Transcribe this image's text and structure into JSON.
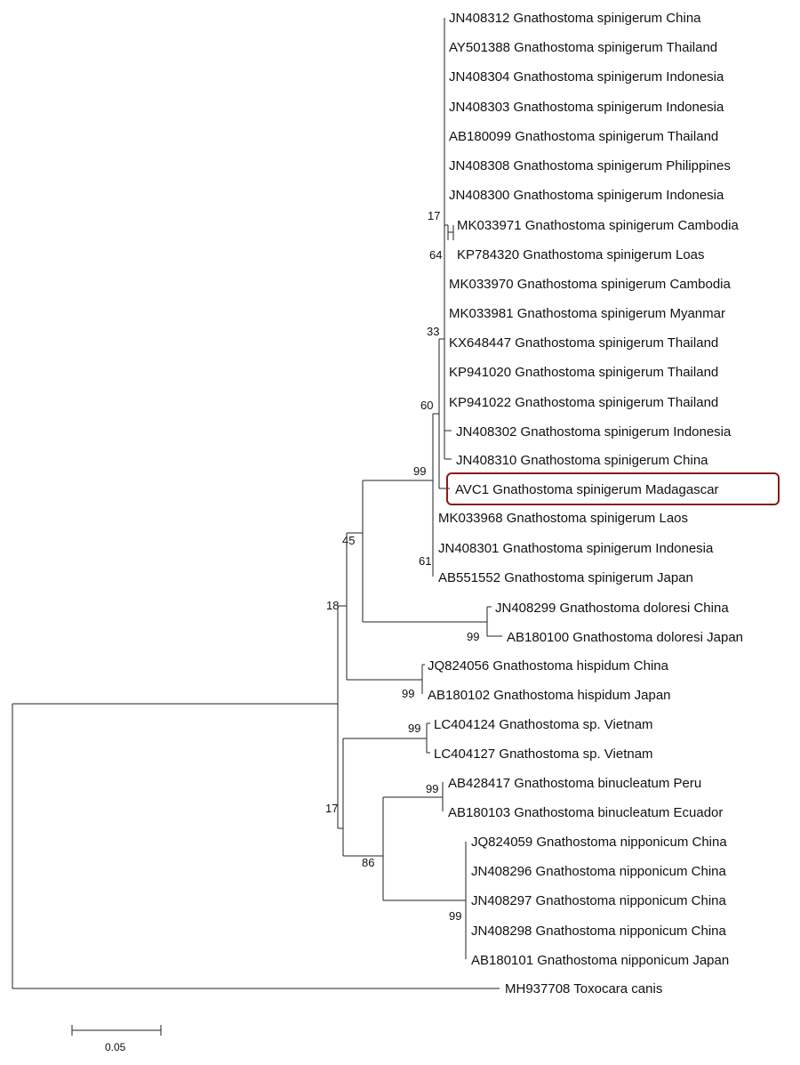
{
  "tree": {
    "taxa": [
      "JN408312 Gnathostoma spinigerum China",
      "AY501388 Gnathostoma spinigerum Thailand",
      "JN408304 Gnathostoma spinigerum Indonesia",
      "JN408303 Gnathostoma spinigerum Indonesia",
      "AB180099 Gnathostoma spinigerum Thailand",
      "JN408308 Gnathostoma spinigerum Philippines",
      "JN408300 Gnathostoma spinigerum Indonesia",
      "MK033971 Gnathostoma spinigerum Cambodia",
      "KP784320 Gnathostoma spinigerum Loas",
      "MK033970 Gnathostoma spinigerum Cambodia",
      "MK033981 Gnathostoma spinigerum Myanmar",
      "KX648447 Gnathostoma spinigerum Thailand",
      "KP941020 Gnathostoma spinigerum Thailand",
      "KP941022 Gnathostoma spinigerum Thailand",
      "JN408302 Gnathostoma spinigerum Indonesia",
      "JN408310 Gnathostoma spinigerum China",
      "AVC1 Gnathostoma spinigerum Madagascar",
      "MK033968 Gnathostoma spinigerum Laos",
      "JN408301 Gnathostoma spinigerum Indonesia",
      "AB551552 Gnathostoma spinigerum Japan",
      "JN408299 Gnathostoma doloresi China",
      "AB180100 Gnathostoma doloresi Japan",
      "JQ824056 Gnathostoma hispidum China",
      "AB180102 Gnathostoma hispidum Japan",
      "LC404124 Gnathostoma sp. Vietnam",
      "LC404127 Gnathostoma sp. Vietnam",
      "AB428417 Gnathostoma binucleatum Peru",
      "AB180103 Gnathostoma binucleatum Ecuador",
      "JQ824059 Gnathostoma nipponicum China",
      "JN408296 Gnathostoma nipponicum China",
      "JN408297 Gnathostoma nipponicum China",
      "JN408298 Gnathostoma nipponicum China",
      "AB180101 Gnathostoma nipponicum Japan",
      "MH937708 Toxocara canis"
    ],
    "highlighted_taxon": "AVC1 Gnathostoma spinigerum Madagascar",
    "highlight_color": "#8b1a1a",
    "bootstrap": {
      "b17_top": "17",
      "b64": "64",
      "b33": "33",
      "b60": "60",
      "b99_spin": "99",
      "b61": "61",
      "b45": "45",
      "b18": "18",
      "b99_dol": "99",
      "b99_his": "99",
      "b99_sp": "99",
      "b99_bin": "99",
      "b17_bottom": "17",
      "b86": "86",
      "b99_nip": "99"
    },
    "scale_bar_label": "0.05"
  }
}
